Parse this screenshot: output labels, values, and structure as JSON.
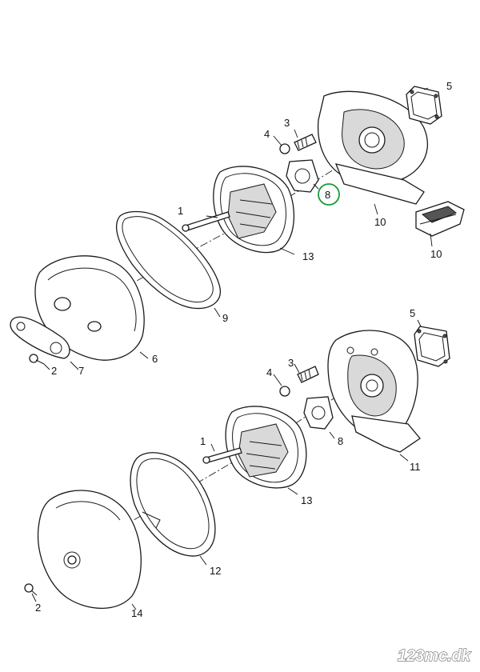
{
  "callouts": {
    "upper": {
      "p1": "1",
      "p2": "2",
      "p3": "3",
      "p4": "4",
      "p5": "5",
      "p6": "6",
      "p7": "7",
      "p8": "8",
      "p9": "9",
      "p10a": "10",
      "p10b": "10",
      "p13": "13"
    },
    "lower": {
      "p1": "1",
      "p2": "2",
      "p3": "3",
      "p4": "4",
      "p5": "5",
      "p8": "8",
      "p11": "11",
      "p12": "12",
      "p13": "13",
      "p14": "14"
    }
  },
  "highlight_color": "#1a9a3a",
  "watermark": "123mc.dk"
}
